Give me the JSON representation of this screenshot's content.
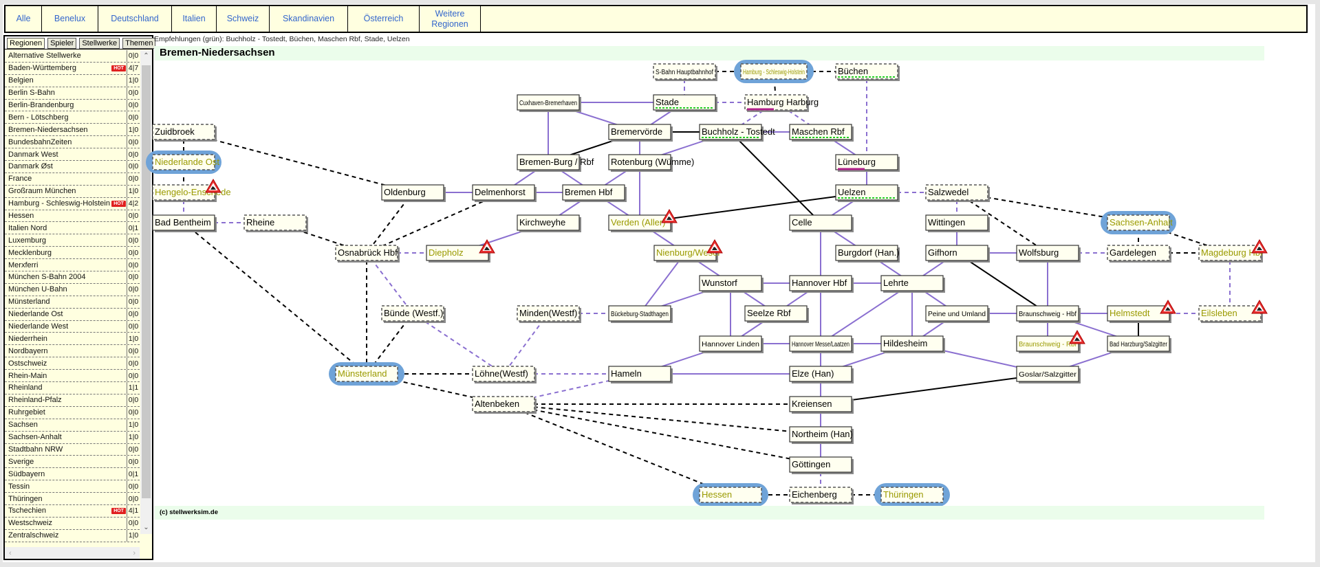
{
  "topnav": [
    "Alle",
    "Benelux",
    "Deutschland",
    "Italien",
    "Schweiz",
    "Skandinavien",
    "Österreich",
    "Weitere Regionen"
  ],
  "sidebar": {
    "tabs": [
      "Regionen",
      "Spieler",
      "Stellwerke",
      "Themen"
    ],
    "active_tab": "Regionen",
    "hot_label": "HOT",
    "regions": [
      {
        "name": "Alternative Stellwerke",
        "count": "0|0"
      },
      {
        "name": "Baden-Württemberg",
        "count": "4|7",
        "hot": true
      },
      {
        "name": "Belgien",
        "count": "1|0"
      },
      {
        "name": "Berlin S-Bahn",
        "count": "0|0"
      },
      {
        "name": "Berlin-Brandenburg",
        "count": "0|0"
      },
      {
        "name": "Bern - Lötschberg",
        "count": "0|0"
      },
      {
        "name": "Bremen-Niedersachsen",
        "count": "1|0"
      },
      {
        "name": "BundesbahnZeiten",
        "count": "0|0"
      },
      {
        "name": "Danmark West",
        "count": "0|0"
      },
      {
        "name": "Danmark Øst",
        "count": "0|0"
      },
      {
        "name": "France",
        "count": "0|0"
      },
      {
        "name": "Großraum München",
        "count": "1|0"
      },
      {
        "name": "Hamburg - Schleswig-Holstein",
        "count": "4|2",
        "hot": true
      },
      {
        "name": "Hessen",
        "count": "0|0"
      },
      {
        "name": "Italien Nord",
        "count": "0|1"
      },
      {
        "name": "Luxemburg",
        "count": "0|0"
      },
      {
        "name": "Mecklenburg",
        "count": "0|0"
      },
      {
        "name": "Merxferri",
        "count": "0|0"
      },
      {
        "name": "München S-Bahn 2004",
        "count": "0|0"
      },
      {
        "name": "München U-Bahn",
        "count": "0|0"
      },
      {
        "name": "Münsterland",
        "count": "0|0"
      },
      {
        "name": "Niederlande Ost",
        "count": "0|0"
      },
      {
        "name": "Niederlande West",
        "count": "0|0"
      },
      {
        "name": "Niederrhein",
        "count": "1|0"
      },
      {
        "name": "Nordbayern",
        "count": "0|0"
      },
      {
        "name": "Ostschweiz",
        "count": "0|0"
      },
      {
        "name": "Rhein-Main",
        "count": "0|0"
      },
      {
        "name": "Rheinland",
        "count": "1|1"
      },
      {
        "name": "Rheinland-Pfalz",
        "count": "0|0"
      },
      {
        "name": "Ruhrgebiet",
        "count": "0|0"
      },
      {
        "name": "Sachsen",
        "count": "1|0"
      },
      {
        "name": "Sachsen-Anhalt",
        "count": "1|0"
      },
      {
        "name": "Stadtbahn NRW",
        "count": "0|0"
      },
      {
        "name": "Sverige",
        "count": "0|0"
      },
      {
        "name": "Südbayern",
        "count": "0|1"
      },
      {
        "name": "Tessin",
        "count": "0|0"
      },
      {
        "name": "Thüringen",
        "count": "0|0"
      },
      {
        "name": "Tschechien",
        "count": "4|1",
        "hot": true
      },
      {
        "name": "Westschweiz",
        "count": "0|0"
      },
      {
        "name": "Zentralschweiz",
        "count": "1|0"
      }
    ]
  },
  "recommendations": "Empfehlungen (grün): Buchholz - Tostedt, Büchen, Maschen Rbf, Stade, Uelzen",
  "region_title": "Bremen-Niedersachsen",
  "footer": "(c) stellwerksim.de",
  "colors": {
    "nav_bg": "#ffffe0",
    "nav_link": "#3366cc",
    "node_bg": "#fffff0",
    "external_text": "#999900",
    "region_halo": "#6fa3d8",
    "track_purple": "#8a6fd0",
    "recommend_green": "#22cc22",
    "occupied_magenta": "#b0208a",
    "title_bg": "#ebfdeb",
    "hot_red": "#e02020"
  },
  "map": {
    "nodes": [
      {
        "id": "sbahn",
        "label": "S-Bahn Hauptbahnhof",
        "type": "dashed",
        "small": true
      },
      {
        "id": "hamburg",
        "label": "Hamburg - Schleswig-Holstein",
        "type": "region",
        "small": true
      },
      {
        "id": "buechen",
        "label": "Büchen",
        "type": "dashed",
        "reco": true
      },
      {
        "id": "cuxhaven",
        "label": "Cuxhaven-Bremerhaven",
        "type": "solid",
        "small": true
      },
      {
        "id": "stade",
        "label": "Stade",
        "type": "solid",
        "reco": true
      },
      {
        "id": "harburg",
        "label": "Hamburg Harburg",
        "type": "dashed",
        "busy": true
      },
      {
        "id": "zuidbroek",
        "label": "Zuidbroek",
        "type": "dashed"
      },
      {
        "id": "bremervoerde",
        "label": "Bremervörde",
        "type": "solid"
      },
      {
        "id": "buchholz",
        "label": "Buchholz - Tostedt",
        "type": "solid",
        "reco": true
      },
      {
        "id": "maschen",
        "label": "Maschen Rbf",
        "type": "solid",
        "reco": true
      },
      {
        "id": "nlost",
        "label": "Niederlande Ost",
        "type": "region"
      },
      {
        "id": "bremenburg",
        "label": "Bremen-Burg / Rbf",
        "type": "solid"
      },
      {
        "id": "rotenburg",
        "label": "Rotenburg (Wümme)",
        "type": "solid"
      },
      {
        "id": "lueneburg",
        "label": "Lüneburg",
        "type": "solid",
        "busy": true
      },
      {
        "id": "hengelo",
        "label": "Hengelo-Enschede",
        "type": "dashed-ext",
        "warn": true
      },
      {
        "id": "oldenburg",
        "label": "Oldenburg",
        "type": "solid"
      },
      {
        "id": "delmenhorst",
        "label": "Delmenhorst",
        "type": "solid"
      },
      {
        "id": "bremenhbf",
        "label": "Bremen Hbf",
        "type": "solid"
      },
      {
        "id": "uelzen",
        "label": "Uelzen",
        "type": "solid",
        "reco": true
      },
      {
        "id": "salzwedel",
        "label": "Salzwedel",
        "type": "dashed"
      },
      {
        "id": "badbentheim",
        "label": "Bad Bentheim",
        "type": "solid"
      },
      {
        "id": "rheine",
        "label": "Rheine",
        "type": "dashed"
      },
      {
        "id": "kirchweyhe",
        "label": "Kirchweyhe",
        "type": "solid"
      },
      {
        "id": "verden",
        "label": "Verden (Aller)",
        "type": "ext",
        "warn": true
      },
      {
        "id": "celle",
        "label": "Celle",
        "type": "solid"
      },
      {
        "id": "wittingen",
        "label": "Wittingen",
        "type": "solid"
      },
      {
        "id": "sachsenanhalt",
        "label": "Sachsen-Anhalt",
        "type": "region"
      },
      {
        "id": "osnabrueck",
        "label": "Osnabrück Hbf",
        "type": "dashed"
      },
      {
        "id": "diepholz",
        "label": "Diepholz",
        "type": "ext",
        "warn": true
      },
      {
        "id": "nienburg",
        "label": "Nienburg/Weser",
        "type": "ext",
        "warn": true
      },
      {
        "id": "burgdorf",
        "label": "Burgdorf (Han.)",
        "type": "solid"
      },
      {
        "id": "gifhorn",
        "label": "Gifhorn",
        "type": "solid"
      },
      {
        "id": "wolfsburg",
        "label": "Wolfsburg",
        "type": "solid"
      },
      {
        "id": "gardelegen",
        "label": "Gardelegen",
        "type": "dashed"
      },
      {
        "id": "magdeburg",
        "label": "Magdeburg Hbf",
        "type": "dashed-ext",
        "warn": true
      },
      {
        "id": "wunstorf",
        "label": "Wunstorf",
        "type": "solid"
      },
      {
        "id": "hannoverhbf",
        "label": "Hannover Hbf",
        "type": "solid"
      },
      {
        "id": "lehrte",
        "label": "Lehrte",
        "type": "solid"
      },
      {
        "id": "buende",
        "label": "Bünde (Westf.)",
        "type": "dashed"
      },
      {
        "id": "minden",
        "label": "Minden(Westf)",
        "type": "dashed"
      },
      {
        "id": "bueckeburg",
        "label": "Bückeburg-Stadthagen",
        "type": "solid",
        "small": true
      },
      {
        "id": "seelze",
        "label": "Seelze Rbf",
        "type": "solid"
      },
      {
        "id": "peine",
        "label": "Peine und Umland",
        "type": "solid",
        "small": true
      },
      {
        "id": "braunschweighbf",
        "label": "Braunschweig - Hbf",
        "type": "solid",
        "small": true
      },
      {
        "id": "helmstedt",
        "label": "Helmstedt",
        "type": "ext",
        "warn": true
      },
      {
        "id": "eilsleben",
        "label": "Eilsleben",
        "type": "dashed-ext",
        "warn": true
      },
      {
        "id": "hannoverlinden",
        "label": "Hannover Linden",
        "type": "solid",
        "small": true
      },
      {
        "id": "messe",
        "label": "Hannover Messe/Laatzen",
        "type": "solid",
        "small": true
      },
      {
        "id": "hildesheim",
        "label": "Hildesheim",
        "type": "solid"
      },
      {
        "id": "braunschweigrbf",
        "label": "Braunschweig - Rbf",
        "type": "ext",
        "warn": true,
        "small": true
      },
      {
        "id": "badharzburg",
        "label": "Bad Harzburg/Salzgitter",
        "type": "solid",
        "small": true
      },
      {
        "id": "muensterland",
        "label": "Münsterland",
        "type": "region"
      },
      {
        "id": "loehne",
        "label": "Löhne(Westf)",
        "type": "dashed"
      },
      {
        "id": "hameln",
        "label": "Hameln",
        "type": "solid"
      },
      {
        "id": "elze",
        "label": "Elze (Han)",
        "type": "solid"
      },
      {
        "id": "goslar",
        "label": "Goslar/Salzgitter",
        "type": "solid",
        "small": true
      },
      {
        "id": "altenbeken",
        "label": "Altenbeken",
        "type": "dashed"
      },
      {
        "id": "kreiensen",
        "label": "Kreiensen",
        "type": "solid"
      },
      {
        "id": "northeim",
        "label": "Northeim (Han)",
        "type": "solid"
      },
      {
        "id": "goettingen",
        "label": "Göttingen",
        "type": "solid"
      },
      {
        "id": "hessen",
        "label": "Hessen",
        "type": "region"
      },
      {
        "id": "eichenberg",
        "label": "Eichenberg",
        "type": "dashed"
      },
      {
        "id": "thueringen",
        "label": "Thüringen",
        "type": "region"
      }
    ],
    "edges": [
      [
        "sbahn",
        "hamburg",
        "bd"
      ],
      [
        "hamburg",
        "buechen",
        "bd"
      ],
      [
        "hamburg",
        "harburg",
        "bd"
      ],
      [
        "sbahn",
        "stade",
        "pd"
      ],
      [
        "cuxhaven",
        "stade",
        "p"
      ],
      [
        "stade",
        "harburg",
        "pd"
      ],
      [
        "cuxhaven",
        "bremervoerde",
        "p"
      ],
      [
        "stade",
        "bremervoerde",
        "p"
      ],
      [
        "cuxhaven",
        "bremenburg",
        "p"
      ],
      [
        "bremervoerde",
        "buchholz",
        "b"
      ],
      [
        "bremervoerde",
        "bremenburg",
        "b"
      ],
      [
        "bremervoerde",
        "rotenburg",
        "p"
      ],
      [
        "buchholz",
        "maschen",
        "p"
      ],
      [
        "harburg",
        "buchholz",
        "pd"
      ],
      [
        "harburg",
        "maschen",
        "pd"
      ],
      [
        "buchholz",
        "rotenburg",
        "p"
      ],
      [
        "buchholz",
        "celle",
        "b"
      ],
      [
        "maschen",
        "lueneburg",
        "p"
      ],
      [
        "buechen",
        "lueneburg",
        "pd"
      ],
      [
        "lueneburg",
        "uelzen",
        "p"
      ],
      [
        "zuidbroek",
        "nlost",
        "bd"
      ],
      [
        "zuidbroek",
        "oldenburg",
        "bd"
      ],
      [
        "nlost",
        "hengelo",
        "bd"
      ],
      [
        "hengelo",
        "badbentheim",
        "pd"
      ],
      [
        "badbentheim",
        "rheine",
        "pd"
      ],
      [
        "badbentheim",
        "muensterland",
        "bd"
      ],
      [
        "rheine",
        "osnabrueck",
        "bd"
      ],
      [
        "oldenburg",
        "delmenhorst",
        "p"
      ],
      [
        "oldenburg",
        "osnabrueck",
        "bd"
      ],
      [
        "delmenhorst",
        "osnabrueck",
        "bd"
      ],
      [
        "delmenhorst",
        "bremenhbf",
        "p"
      ],
      [
        "bremenburg",
        "delmenhorst",
        "p"
      ],
      [
        "bremenburg",
        "bremenhbf",
        "p"
      ],
      [
        "rotenburg",
        "bremenhbf",
        "p"
      ],
      [
        "rotenburg",
        "verden",
        "p"
      ],
      [
        "bremenhbf",
        "kirchweyhe",
        "p"
      ],
      [
        "bremenhbf",
        "verden",
        "p"
      ],
      [
        "kirchweyhe",
        "diepholz",
        "p"
      ],
      [
        "osnabrueck",
        "diepholz",
        "pd"
      ],
      [
        "verden",
        "uelzen",
        "b"
      ],
      [
        "verden",
        "nienburg",
        "p"
      ],
      [
        "uelzen",
        "celle",
        "p"
      ],
      [
        "uelzen",
        "salzwedel",
        "pd"
      ],
      [
        "salzwedel",
        "wittingen",
        "pd"
      ],
      [
        "salzwedel",
        "wolfsburg",
        "bd"
      ],
      [
        "salzwedel",
        "sachsenanhalt",
        "bd"
      ],
      [
        "celle",
        "burgdorf",
        "p"
      ],
      [
        "celle",
        "hannoverhbf",
        "p"
      ],
      [
        "wittingen",
        "gifhorn",
        "p"
      ],
      [
        "gifhorn",
        "wolfsburg",
        "p"
      ],
      [
        "gifhorn",
        "lehrte",
        "p"
      ],
      [
        "gifhorn",
        "braunschweighbf",
        "b"
      ],
      [
        "wolfsburg",
        "gardelegen",
        "pd"
      ],
      [
        "wolfsburg",
        "braunschweighbf",
        "p"
      ],
      [
        "sachsenanhalt",
        "gardelegen",
        "bd"
      ],
      [
        "sachsenanhalt",
        "magdeburg",
        "bd"
      ],
      [
        "gardelegen",
        "magdeburg",
        "bd"
      ],
      [
        "magdeburg",
        "eilsleben",
        "pd"
      ],
      [
        "nienburg",
        "wunstorf",
        "p"
      ],
      [
        "nienburg",
        "bueckeburg",
        "p"
      ],
      [
        "burgdorf",
        "lehrte",
        "p"
      ],
      [
        "wunstorf",
        "hannoverhbf",
        "p"
      ],
      [
        "hannoverhbf",
        "lehrte",
        "p"
      ],
      [
        "wunstorf",
        "bueckeburg",
        "p"
      ],
      [
        "wunstorf",
        "seelze",
        "p"
      ],
      [
        "wunstorf",
        "hannoverlinden",
        "p"
      ],
      [
        "hannoverhbf",
        "seelze",
        "p"
      ],
      [
        "hannoverhbf",
        "messe",
        "p"
      ],
      [
        "seelze",
        "hannoverlinden",
        "p"
      ],
      [
        "lehrte",
        "messe",
        "p"
      ],
      [
        "lehrte",
        "peine",
        "p"
      ],
      [
        "lehrte",
        "hildesheim",
        "p"
      ],
      [
        "peine",
        "hildesheim",
        "p"
      ],
      [
        "peine",
        "braunschweighbf",
        "p"
      ],
      [
        "braunschweighbf",
        "helmstedt",
        "p"
      ],
      [
        "braunschweighbf",
        "braunschweigrbf",
        "p"
      ],
      [
        "braunschweighbf",
        "badharzburg",
        "p"
      ],
      [
        "helmstedt",
        "badharzburg",
        "b"
      ],
      [
        "helmstedt",
        "eilsleben",
        "pd"
      ],
      [
        "badharzburg",
        "goslar",
        "p"
      ],
      [
        "hildesheim",
        "goslar",
        "p"
      ],
      [
        "hildesheim",
        "elze",
        "p"
      ],
      [
        "hannoverlinden",
        "messe",
        "p"
      ],
      [
        "messe",
        "hildesheim",
        "p"
      ],
      [
        "messe",
        "elze",
        "p"
      ],
      [
        "hannoverlinden",
        "hameln",
        "p"
      ],
      [
        "hameln",
        "elze",
        "p"
      ],
      [
        "goslar",
        "kreiensen",
        "b"
      ],
      [
        "elze",
        "kreiensen",
        "p"
      ],
      [
        "kreiensen",
        "northeim",
        "p"
      ],
      [
        "northeim",
        "goettingen",
        "p"
      ],
      [
        "goettingen",
        "eichenberg",
        "pd"
      ],
      [
        "hessen",
        "eichenberg",
        "bd"
      ],
      [
        "eichenberg",
        "thueringen",
        "bd"
      ],
      [
        "osnabrueck",
        "muensterland",
        "bd"
      ],
      [
        "osnabrueck",
        "buende",
        "pd"
      ],
      [
        "buende",
        "muensterland",
        "bd"
      ],
      [
        "buende",
        "loehne",
        "pd"
      ],
      [
        "minden",
        "loehne",
        "pd"
      ],
      [
        "minden",
        "bueckeburg",
        "pd"
      ],
      [
        "muensterland",
        "loehne",
        "bd"
      ],
      [
        "muensterland",
        "altenbeken",
        "bd"
      ],
      [
        "loehne",
        "hameln",
        "pd"
      ],
      [
        "hameln",
        "altenbeken",
        "pd"
      ],
      [
        "altenbeken",
        "kreiensen",
        "bd"
      ],
      [
        "altenbeken",
        "northeim",
        "bd"
      ],
      [
        "altenbeken",
        "goettingen",
        "bd"
      ],
      [
        "altenbeken",
        "hessen",
        "bd"
      ]
    ]
  }
}
